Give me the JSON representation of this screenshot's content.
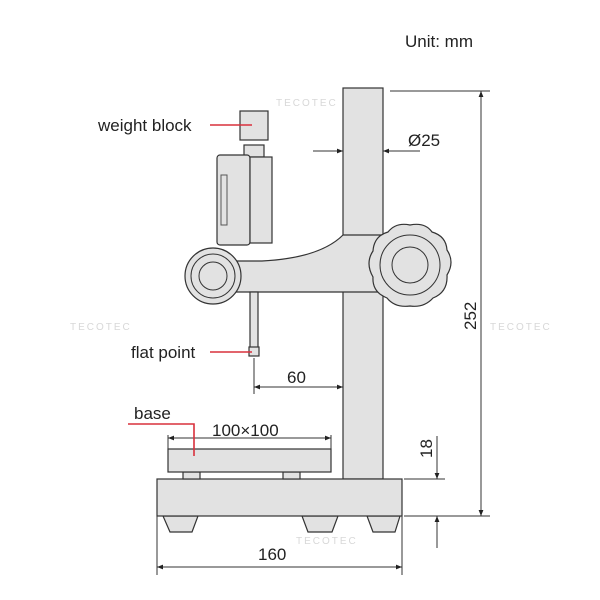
{
  "unit_label": "Unit: mm",
  "labels": {
    "weight_block": "weight block",
    "flat_point": "flat point",
    "base": "base"
  },
  "dimensions": {
    "column_diameter": "Ø25",
    "total_height": "252",
    "reach": "60",
    "platform_size": "100×100",
    "base_height": "18",
    "base_width": "160"
  },
  "watermark": "TECOTEC",
  "colors": {
    "leader": "#d9303c",
    "part_fill": "#e2e2e2",
    "outline": "#333333"
  }
}
